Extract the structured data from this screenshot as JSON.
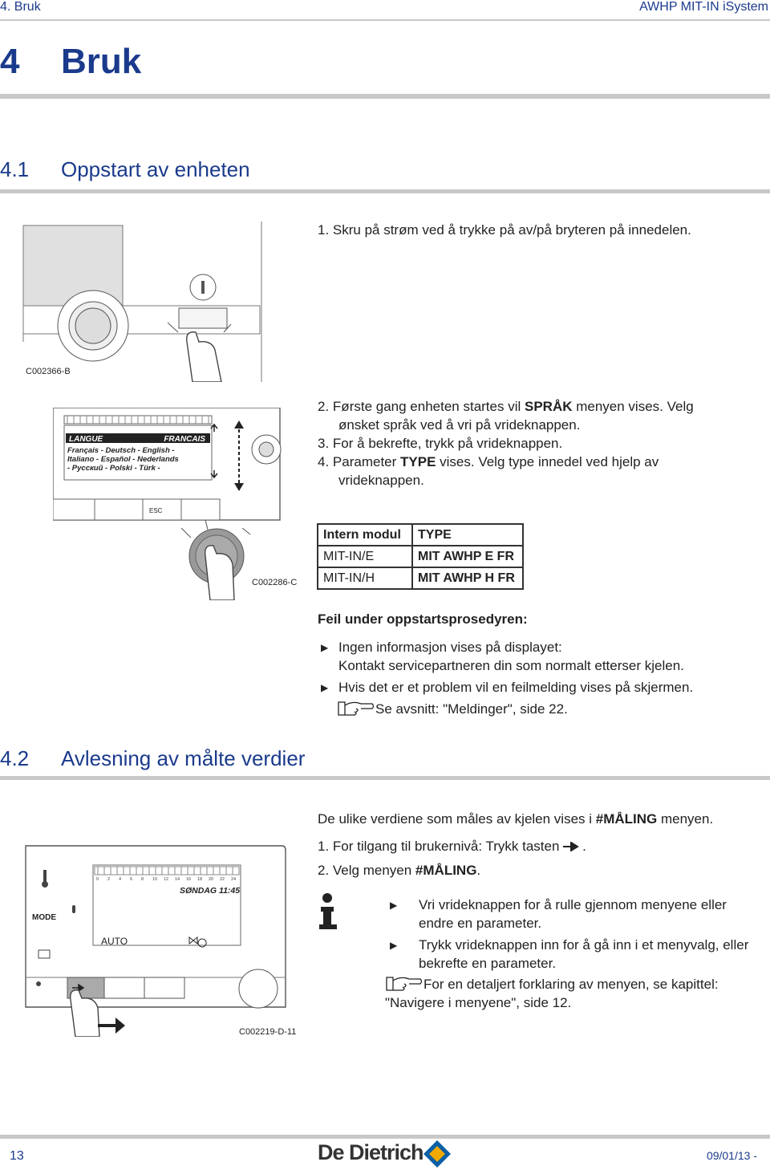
{
  "header": {
    "left": "4.  Bruk",
    "right": "AWHP MIT-IN iSystem"
  },
  "chapter": {
    "number": "4",
    "title": "Bruk"
  },
  "section1": {
    "number": "4.1",
    "title": "Oppstart av enheten"
  },
  "step1": "1.  Skru på strøm ved å trykke på av/på bryteren på innedelen.",
  "fig1_caption": "C002366-B",
  "fig2": {
    "caption": "C002286-C",
    "display_top_left": "LANGUE",
    "display_top_right": "FRANCAIS",
    "display_line1": "Français - Deutsch - English -",
    "display_line2": "Italiano - Español - Nederlands",
    "display_line3": "- Русский - Polski - Türk -",
    "esc_label": "ESC"
  },
  "steps2": [
    {
      "num": "2.",
      "pre": "Første gang enheten startes vil ",
      "bold": "SPRÅK",
      "post": " menyen vises. Velg",
      "line2": "ønsket språk ved å vri på vrideknappen."
    },
    {
      "num": "3.",
      "text": "For å bekrefte, trykk på vrideknappen."
    },
    {
      "num": "4.",
      "pre": "Parameter ",
      "bold": "TYPE",
      "post": " vises. Velg type innedel ved hjelp av",
      "line2": "vrideknappen."
    }
  ],
  "type_table": {
    "headers": [
      "Intern modul",
      "TYPE"
    ],
    "rows": [
      [
        "MIT-IN/E",
        "MIT AWHP E FR"
      ],
      [
        "MIT-IN/H",
        "MIT AWHP H FR"
      ]
    ]
  },
  "errors": {
    "heading": "Feil under oppstartsprosedyren:",
    "item1_line1": "Ingen informasjon vises på displayet:",
    "item1_line2": "Kontakt servicepartneren din som normalt etterser kjelen.",
    "item2": "Hvis det er et problem vil en feilmelding vises på skjermen.",
    "ref": "Se avsnitt: \"Meldinger\", side 22."
  },
  "section2": {
    "number": "4.2",
    "title": "Avlesning av målte verdier"
  },
  "measure": {
    "intro_pre": "De ulike verdiene som måles av kjelen vises i ",
    "intro_bold": "#MÅLING",
    "intro_post": " menyen.",
    "step1": "1.  For tilgang til brukernivå: Trykk tasten",
    "step1_end": ".",
    "step2_pre": "2.  Velg menyen ",
    "step2_bold": "#MÅLING",
    "step2_post": ".",
    "info1_line1": "Vri vrideknappen for å rulle gjennom menyene eller",
    "info1_line2": "endre en parameter.",
    "info2_line1": "Trykk vrideknappen inn for å gå inn i et menyvalg, eller",
    "info2_line2": "bekrefte en parameter.",
    "ref_line1": "For en detaljert forklaring av menyen, se kapittel:",
    "ref_line2": "\"Navigere i menyene\", side 12."
  },
  "fig3": {
    "caption": "C002219-D-11",
    "display_time": "SØNDAG 11:45",
    "display_mode": "AUTO",
    "mode_label": "MODE",
    "scale": [
      "0",
      "2",
      "4",
      "6",
      "8",
      "10",
      "12",
      "14",
      "16",
      "18",
      "20",
      "22",
      "24"
    ]
  },
  "footer": {
    "page": "13",
    "brand": "De Dietrich",
    "date": "09/01/13 -"
  }
}
